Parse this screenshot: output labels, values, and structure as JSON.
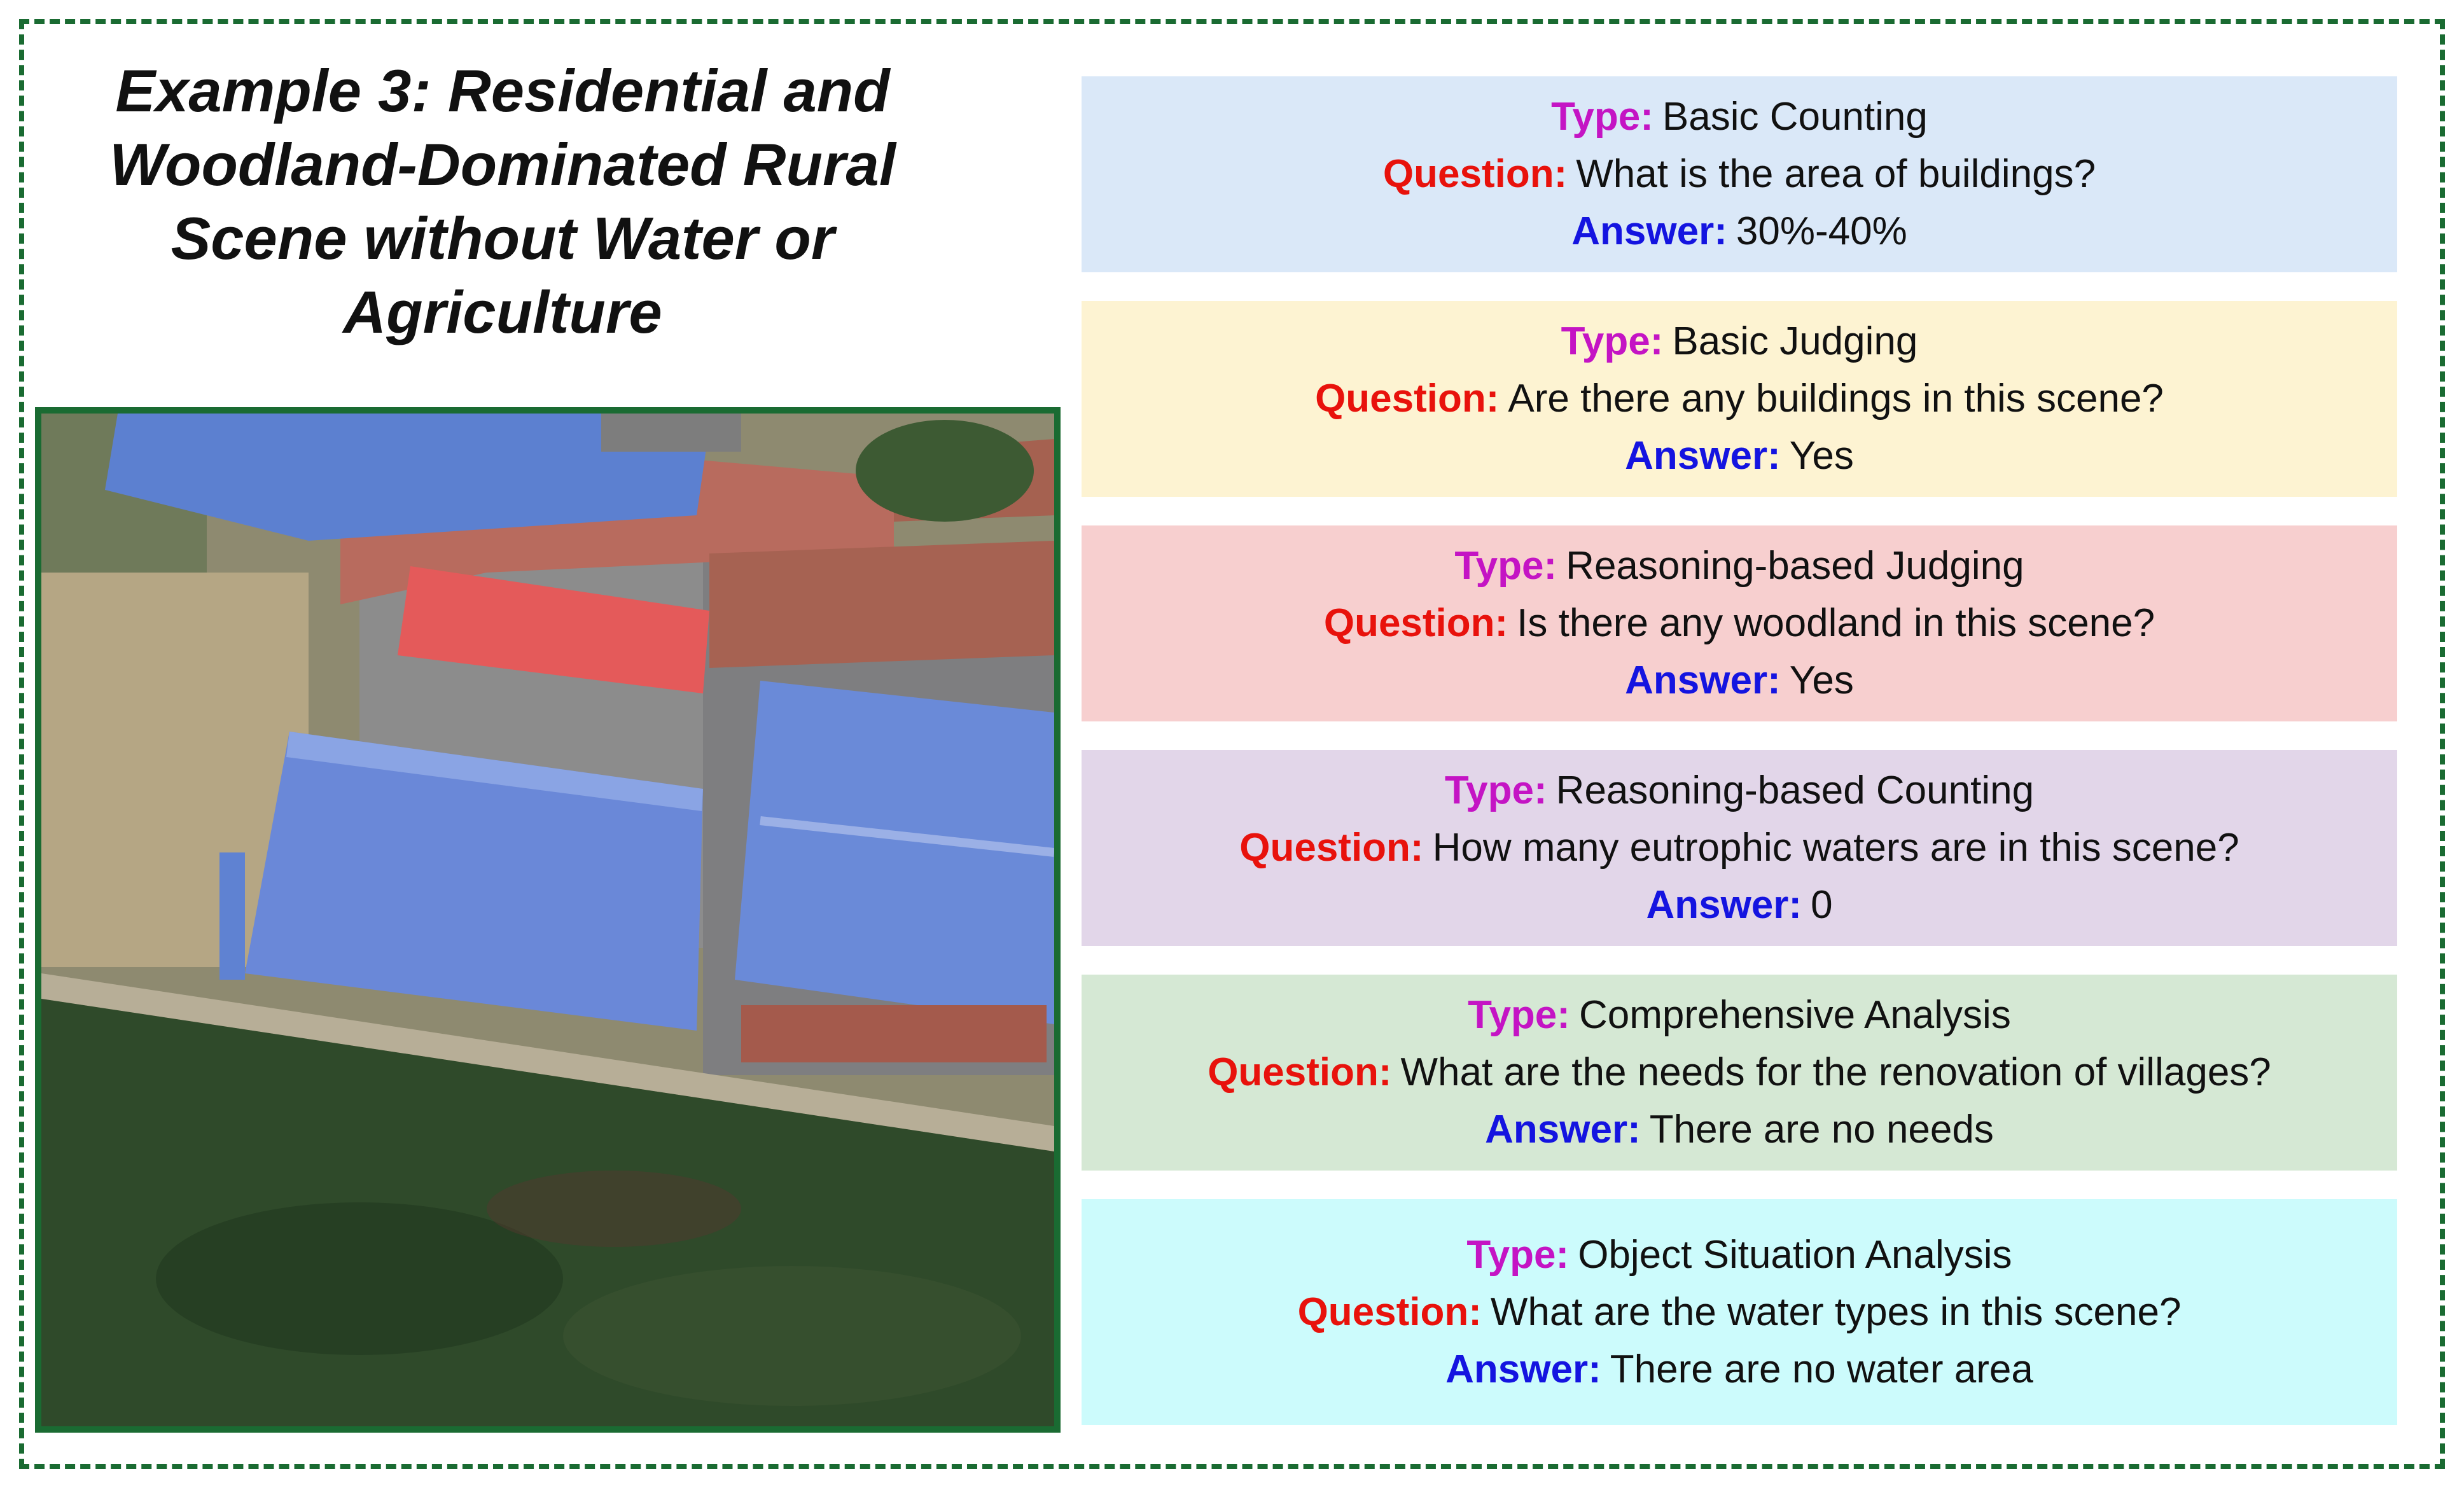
{
  "title": "Example 3: Residential and Woodland-Dominated Rural Scene without Water or Agriculture",
  "colors": {
    "frame": "#1a6b32",
    "type_label": "#c414c4",
    "question_label": "#e8120c",
    "answer_label": "#1414e0"
  },
  "labels": {
    "type": "Type:",
    "question": "Question:",
    "answer": "Answer:"
  },
  "cards": [
    {
      "bg": "#dae8f8",
      "type": "Basic Counting",
      "question": "What is the area of buildings?",
      "answer": "30%-40%"
    },
    {
      "bg": "#fdf3d2",
      "type": "Basic Judging",
      "question": "Are there any buildings in this scene?",
      "answer": "Yes"
    },
    {
      "bg": "#f7cfcf",
      "type": "Reasoning-based Judging",
      "question": "Is there any woodland in this scene?",
      "answer": "Yes"
    },
    {
      "bg": "#e2d6e9",
      "type": "Reasoning-based Counting",
      "question": "How many eutrophic waters are in this scene?",
      "answer": "0"
    },
    {
      "bg": "#d5e8d4",
      "type": "Comprehensive Analysis",
      "question": "What are the needs for the renovation of villages?",
      "answer": "There are no needs"
    },
    {
      "bg": "#ccfbfc",
      "type": "Object Situation Analysis",
      "question": "What are the water types in this scene?",
      "answer": "There are no water area"
    }
  ]
}
